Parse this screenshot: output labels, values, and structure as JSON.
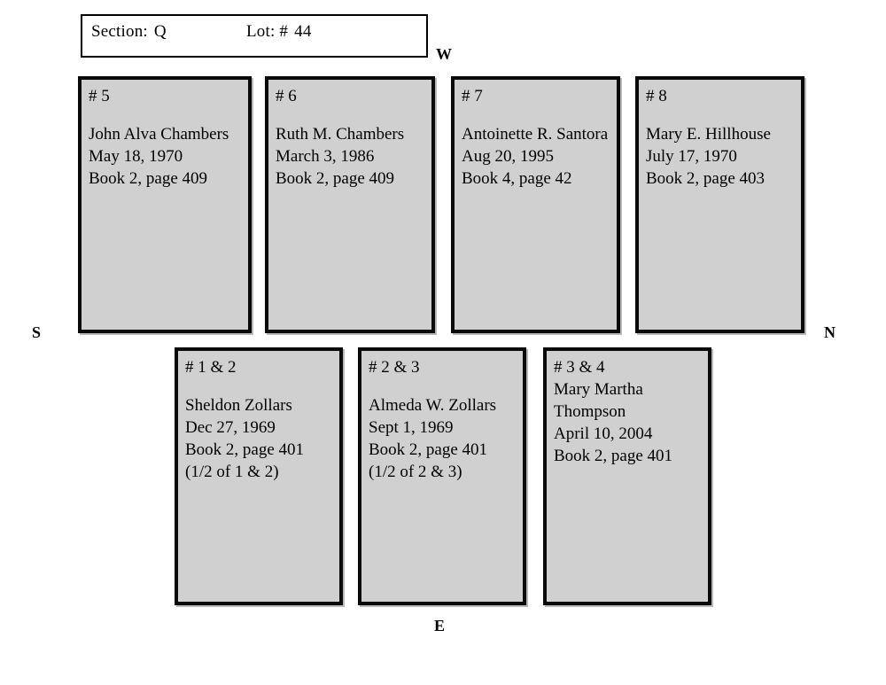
{
  "header": {
    "section_label": "Section:",
    "section_value": "Q",
    "lot_label": "Lot: #",
    "lot_value": "44"
  },
  "compass": {
    "west": "W",
    "north": "N",
    "south": "S",
    "east": "E"
  },
  "colors": {
    "plot_fill": "#d0d0d0",
    "plot_border": "#0a0a0a",
    "page_background": "#ffffff",
    "text": "#000000"
  },
  "plots": [
    {
      "id": "# 5",
      "gap_after_id": true,
      "lines": [
        "John Alva Chambers",
        "May 18, 1970",
        "Book 2, page 409"
      ]
    },
    {
      "id": "# 6",
      "gap_after_id": true,
      "lines": [
        "Ruth M. Chambers",
        "March 3, 1986",
        "Book 2, page 409"
      ]
    },
    {
      "id": "# 7",
      "gap_after_id": true,
      "lines": [
        "Antoinette R. Santora",
        "Aug 20, 1995",
        "Book 4, page 42"
      ]
    },
    {
      "id": "# 8",
      "gap_after_id": true,
      "lines": [
        "Mary E. Hillhouse",
        "July 17, 1970",
        "Book 2, page 403"
      ]
    },
    {
      "id": "# 1 & 2",
      "gap_after_id": true,
      "lines": [
        "Sheldon Zollars",
        "Dec 27, 1969",
        "Book 2, page 401",
        "(1/2 of 1 & 2)"
      ]
    },
    {
      "id": "# 2 & 3",
      "gap_after_id": true,
      "lines": [
        "Almeda W. Zollars",
        "Sept 1, 1969",
        "Book 2, page 401",
        "(1/2 of 2 & 3)"
      ]
    },
    {
      "id": "# 3 & 4",
      "gap_after_id": false,
      "lines": [
        "Mary Martha",
        "Thompson",
        "April 10, 2004",
        "Book 2, page 401"
      ]
    }
  ]
}
